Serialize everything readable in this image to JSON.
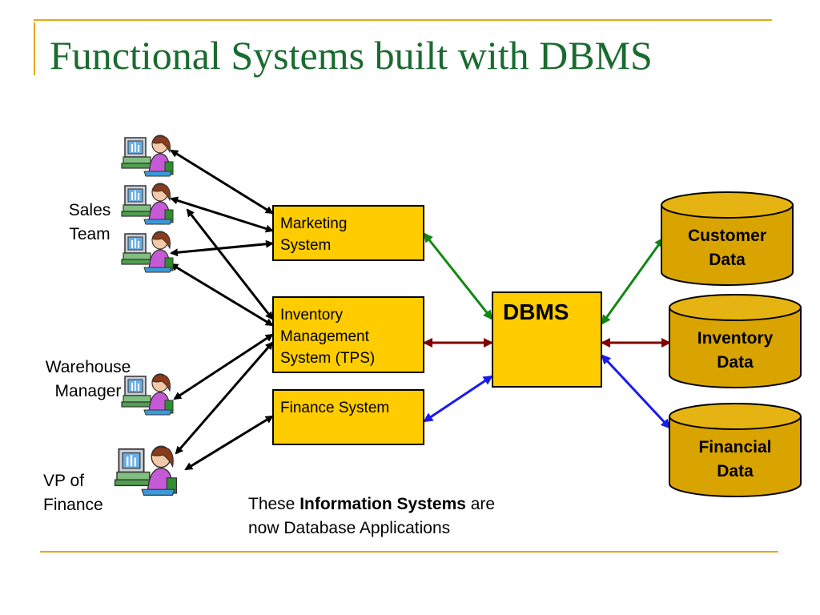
{
  "title": "Functional Systems built with DBMS",
  "people": {
    "sales_team": "Sales\nTeam",
    "warehouse_manager": "Warehouse\nManager",
    "vp_finance": "VP of\nFinance"
  },
  "systems": {
    "marketing": "Marketing\nSystem",
    "inventory": "Inventory\nManagement\nSystem (TPS)",
    "finance": "Finance System"
  },
  "dbms": "DBMS",
  "databases": {
    "customer": "Customer\nData",
    "inventory": "Inventory\nData",
    "financial": "Financial\nData"
  },
  "caption": {
    "prefix": "These ",
    "bold": "Information Systems",
    "suffix": " are",
    "line2": "now Database Applications"
  },
  "colors": {
    "title": "#1a6b2f",
    "accent": "#e6a817",
    "box": "#ffcc00",
    "cylinder": "#d9a400",
    "green_arrow": "#118811",
    "red_arrow": "#800000",
    "blue_arrow": "#1a1aee"
  },
  "icons": [
    "computer-user-icon"
  ]
}
